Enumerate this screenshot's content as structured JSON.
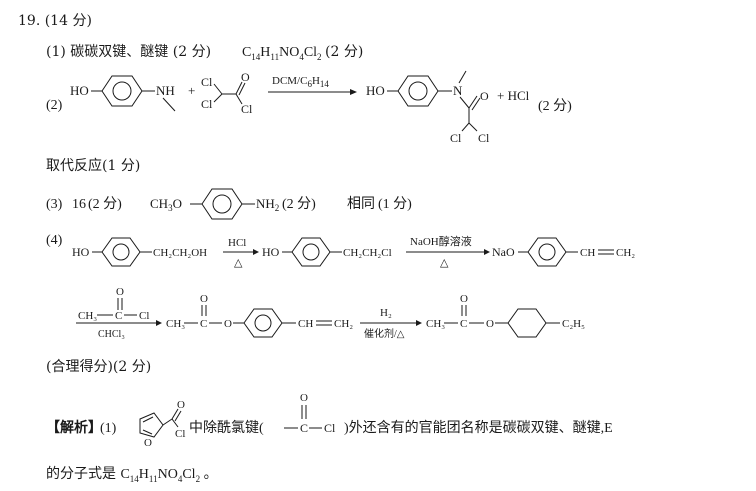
{
  "question": {
    "number": "19.",
    "score": "(14 分)"
  },
  "part1": {
    "label": "(1)",
    "groups": "碳碳双键、醚键",
    "score_a": "(2 分)",
    "formula_parts": [
      "C",
      "14",
      "H",
      "11",
      "NO",
      "4",
      "Cl",
      "2"
    ],
    "score_b": "(2 分)"
  },
  "part2": {
    "label": "(2)",
    "reactant1_ho": "HO",
    "reactant1_nh": "NH",
    "plus": "+",
    "cl": "Cl",
    "o": "O",
    "condition_main": "DCM/C",
    "condition_sub1": "6",
    "condition_h": "H",
    "condition_sub2": "14",
    "product_ho": "HO",
    "product_n": "N",
    "product_tail": "+ HCl",
    "score": "(2 分)",
    "reaction_type": "取代反应",
    "reaction_type_score": "(1 分)"
  },
  "part3": {
    "label": "(3)",
    "count": "16",
    "score_a": "(2 分)",
    "structure_left": "CH",
    "structure_left_sub": "3",
    "structure_o": "O",
    "structure_right": "NH",
    "structure_right_sub": "2",
    "score_b": "(2 分)",
    "answer": "相同",
    "score_c": "(1 分)"
  },
  "part4": {
    "label": "(4)",
    "step1_start": "HO",
    "step1_chain": "CH₂CH₂OH",
    "step1_reagent": "HCl",
    "step1_cond": "△",
    "step2_start": "HO",
    "step2_chain": "CH₂CH₂Cl",
    "step2_reagent": "NaOH醇溶液",
    "step2_cond": "△",
    "step3_start": "NaO",
    "step3_chain": "CH",
    "step3_chain2": "CH₂",
    "acyl_left": "CH₃",
    "acyl_c": "C",
    "acyl_cl": "Cl",
    "acyl_o": "O",
    "solvent": "CHCl₃",
    "prod1_left": "CH₃",
    "prod1_c": "C",
    "prod1_o": "O",
    "prod1_tail": "CH",
    "prod1_tail2": "CH₂",
    "h2": "H₂",
    "catalyst": "催化剂/△",
    "prod2_left": "CH₃",
    "prod2_c": "C",
    "prod2_o": "O",
    "prod2_tail": "C₂H₅",
    "note": "(合理得分)(2 分)"
  },
  "analysis": {
    "tag": "【解析】",
    "label": "(1)",
    "o": "O",
    "cl": "Cl",
    "text1": "中除酰氯键(",
    "bond_c": "C",
    "bond_cl": "Cl",
    "text2": ")外还含有的官能团名称是碳碳双键、醚键,E",
    "text3": "的分子式是",
    "formula_parts": [
      "C",
      "14",
      "H",
      "11",
      "NO",
      "4",
      "Cl",
      "2"
    ],
    "end": "。"
  },
  "colors": {
    "text": "#1a1a1a",
    "background": "#ffffff"
  }
}
